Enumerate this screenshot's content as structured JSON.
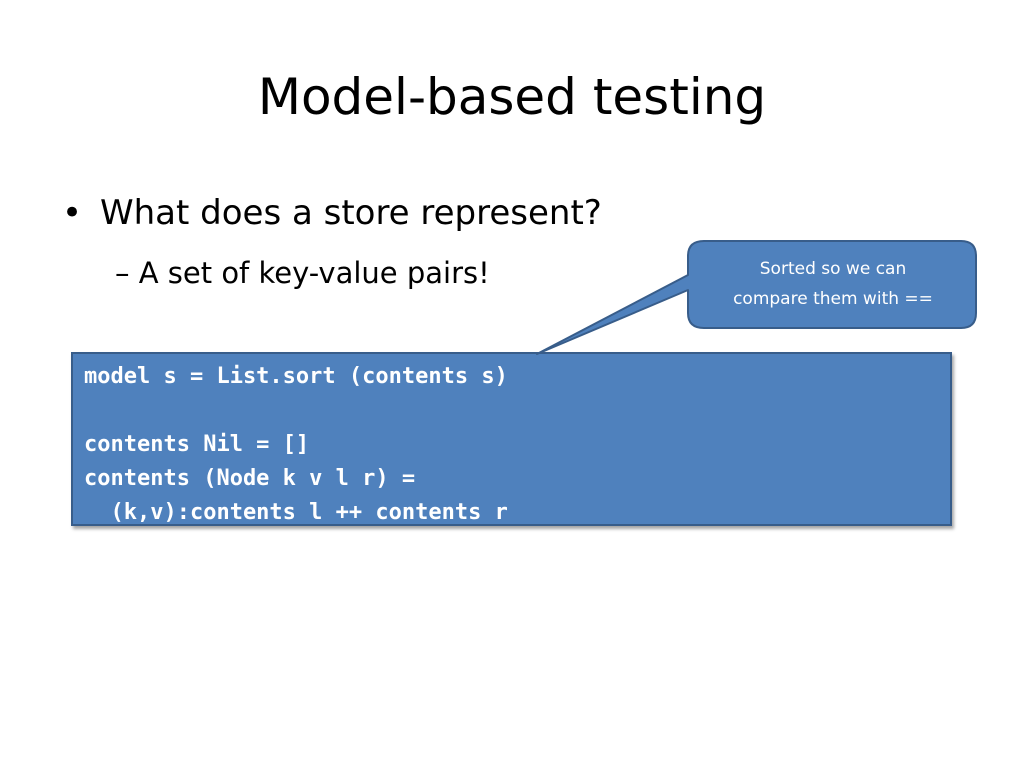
{
  "slide": {
    "title": "Model-based testing",
    "bullet": {
      "marker": "•",
      "text": "What does a store represent?"
    },
    "subbullet": {
      "text": "– A set of key-value pairs!"
    },
    "code_lines": [
      "model s = List.sort (contents s)",
      "",
      "contents Nil = []",
      "contents (Node k v l r) =",
      "  (k,v):contents l ++ contents r"
    ],
    "callout": {
      "lines": [
        "Sorted so we can",
        "compare them with =="
      ]
    },
    "colors": {
      "box_fill": "#4f81bd",
      "box_border": "#385d8a",
      "text_on_box": "#ffffff"
    }
  }
}
